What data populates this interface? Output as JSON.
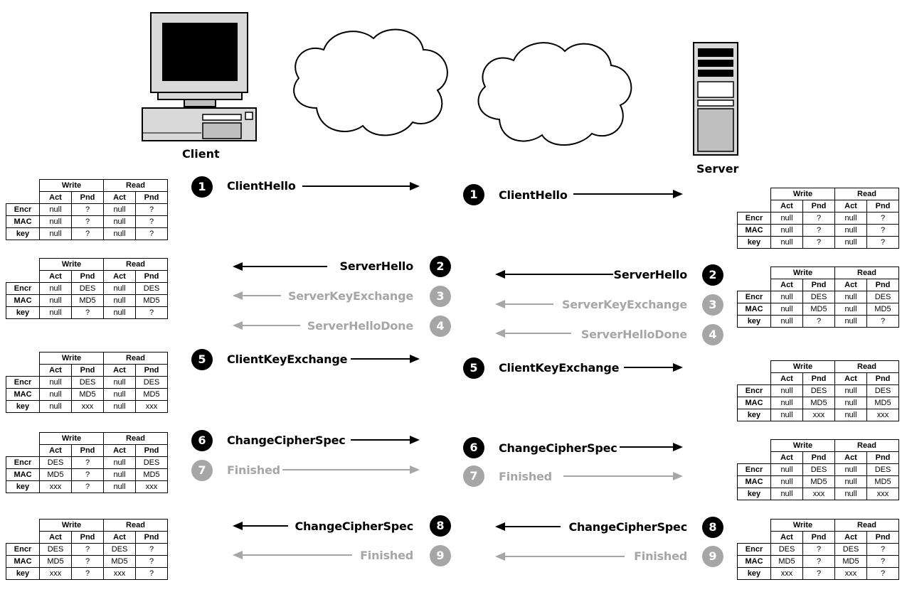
{
  "devices": {
    "client_label": "Client",
    "server_label": "Server"
  },
  "table_headers": {
    "write": "Write",
    "read": "Read",
    "act": "Act",
    "pnd": "Pnd",
    "rows": [
      "Encr",
      "MAC",
      "key"
    ]
  },
  "client_tables": [
    {
      "rows": [
        [
          "null",
          "?",
          "null",
          "?"
        ],
        [
          "null",
          "?",
          "null",
          "?"
        ],
        [
          "null",
          "?",
          "null",
          "?"
        ]
      ]
    },
    {
      "rows": [
        [
          "null",
          "DES",
          "null",
          "DES"
        ],
        [
          "null",
          "MD5",
          "null",
          "MD5"
        ],
        [
          "null",
          "?",
          "null",
          "?"
        ]
      ]
    },
    {
      "rows": [
        [
          "null",
          "DES",
          "null",
          "DES"
        ],
        [
          "null",
          "MD5",
          "null",
          "MD5"
        ],
        [
          "null",
          "xxx",
          "null",
          "xxx"
        ]
      ]
    },
    {
      "rows": [
        [
          "DES",
          "?",
          "null",
          "DES"
        ],
        [
          "MD5",
          "?",
          "null",
          "MD5"
        ],
        [
          "xxx",
          "?",
          "null",
          "xxx"
        ]
      ]
    },
    {
      "rows": [
        [
          "DES",
          "?",
          "DES",
          "?"
        ],
        [
          "MD5",
          "?",
          "MD5",
          "?"
        ],
        [
          "xxx",
          "?",
          "xxx",
          "?"
        ]
      ]
    }
  ],
  "server_tables": [
    {
      "rows": [
        [
          "null",
          "?",
          "null",
          "?"
        ],
        [
          "null",
          "?",
          "null",
          "?"
        ],
        [
          "null",
          "?",
          "null",
          "?"
        ]
      ]
    },
    {
      "rows": [
        [
          "null",
          "DES",
          "null",
          "DES"
        ],
        [
          "null",
          "MD5",
          "null",
          "MD5"
        ],
        [
          "null",
          "?",
          "null",
          "?"
        ]
      ]
    },
    {
      "rows": [
        [
          "null",
          "DES",
          "null",
          "DES"
        ],
        [
          "null",
          "MD5",
          "null",
          "MD5"
        ],
        [
          "null",
          "xxx",
          "null",
          "xxx"
        ]
      ]
    },
    {
      "rows": [
        [
          "null",
          "DES",
          "null",
          "DES"
        ],
        [
          "null",
          "MD5",
          "null",
          "MD5"
        ],
        [
          "null",
          "xxx",
          "null",
          "xxx"
        ]
      ]
    },
    {
      "rows": [
        [
          "DES",
          "?",
          "DES",
          "?"
        ],
        [
          "MD5",
          "?",
          "MD5",
          "?"
        ],
        [
          "xxx",
          "?",
          "xxx",
          "?"
        ]
      ]
    }
  ],
  "client_messages": [
    {
      "num": "1",
      "label": "ClientHello",
      "dir": "right",
      "dim": false
    },
    {
      "num": "2",
      "label": "ServerHello",
      "dir": "left",
      "dim": false
    },
    {
      "num": "3",
      "label": "ServerKeyExchange",
      "dir": "left",
      "dim": true
    },
    {
      "num": "4",
      "label": "ServerHelloDone",
      "dir": "left",
      "dim": true
    },
    {
      "num": "5",
      "label": "ClientKeyExchange",
      "dir": "right",
      "dim": false
    },
    {
      "num": "6",
      "label": "ChangeCipherSpec",
      "dir": "right",
      "dim": false
    },
    {
      "num": "7",
      "label": "Finished",
      "dir": "right",
      "dim": true
    },
    {
      "num": "8",
      "label": "ChangeCipherSpec",
      "dir": "left",
      "dim": false
    },
    {
      "num": "9",
      "label": "Finished",
      "dir": "left",
      "dim": true
    }
  ],
  "server_messages": [
    {
      "num": "1",
      "label": "ClientHello",
      "dir": "right",
      "dim": false
    },
    {
      "num": "2",
      "label": "ServerHello",
      "dir": "left",
      "dim": false
    },
    {
      "num": "3",
      "label": "ServerKeyExchange",
      "dir": "left",
      "dim": true
    },
    {
      "num": "4",
      "label": "ServerHelloDone",
      "dir": "left",
      "dim": true
    },
    {
      "num": "5",
      "label": "ClientKeyExchange",
      "dir": "right",
      "dim": false
    },
    {
      "num": "6",
      "label": "ChangeCipherSpec",
      "dir": "right",
      "dim": false
    },
    {
      "num": "7",
      "label": "Finished",
      "dir": "right",
      "dim": true
    },
    {
      "num": "8",
      "label": "ChangeCipherSpec",
      "dir": "left",
      "dim": false
    },
    {
      "num": "9",
      "label": "Finished",
      "dir": "left",
      "dim": true
    }
  ],
  "colors": {
    "active": "#000000",
    "inactive": "#a6a6a6"
  }
}
